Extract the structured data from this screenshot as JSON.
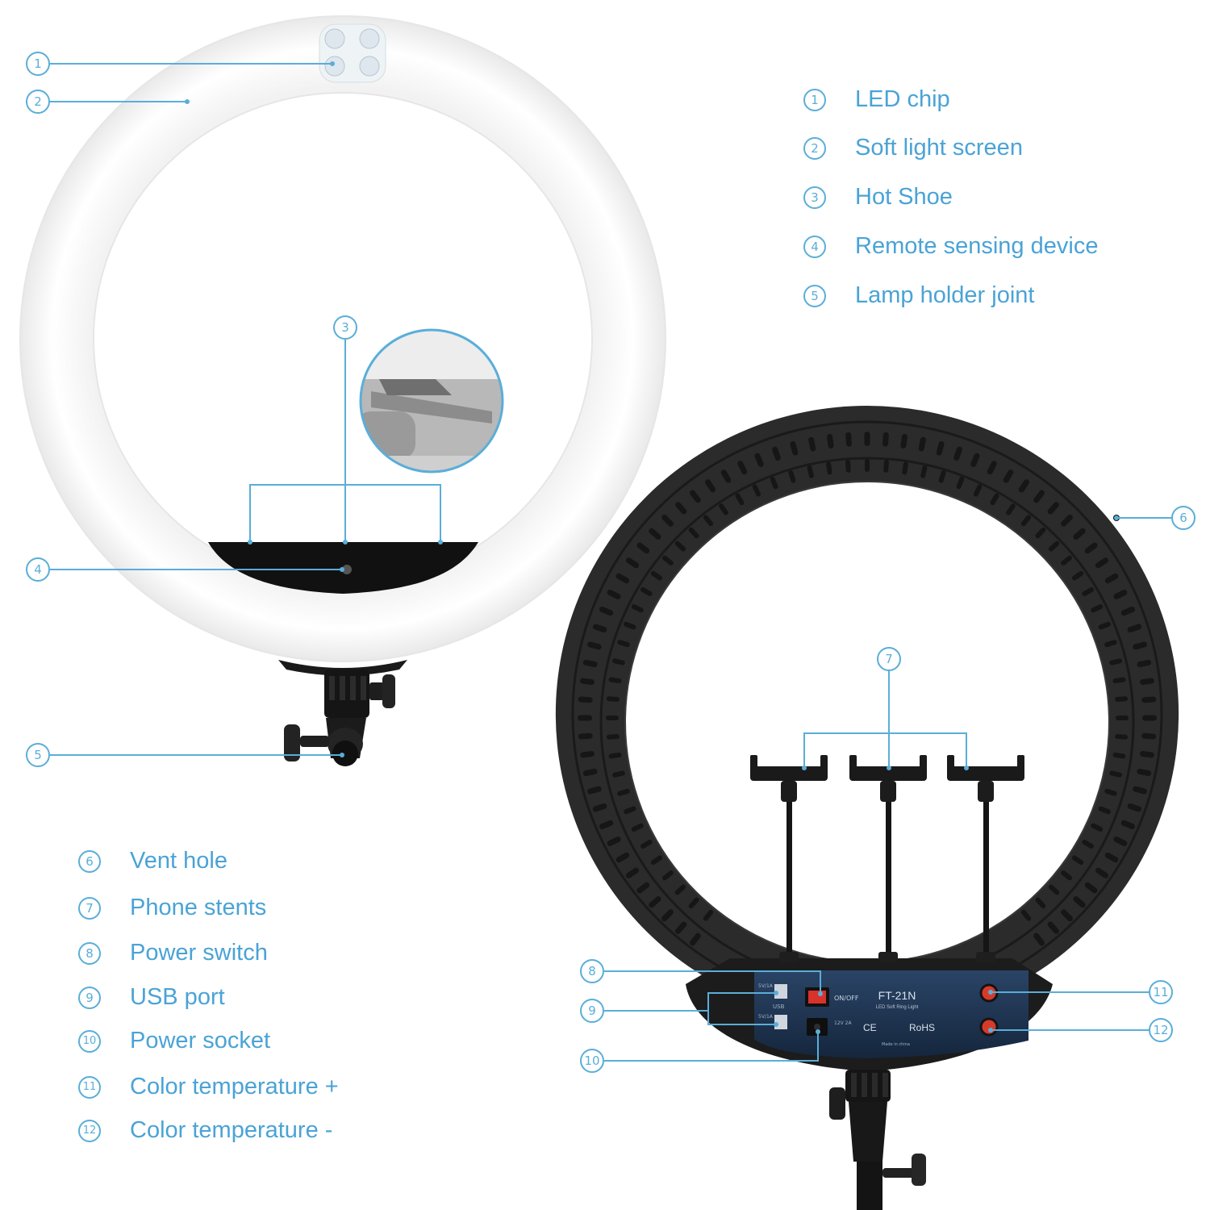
{
  "colors": {
    "accent": "#4aa3d6",
    "ring_front": "#fbfbfb",
    "ring_back": "#2b2b2b",
    "panel": "#1d3350",
    "knob": "#d83a2a"
  },
  "legend_top": [
    {
      "num": "1",
      "label": "LED chip"
    },
    {
      "num": "2",
      "label": "Soft light screen"
    },
    {
      "num": "3",
      "label": "Hot Shoe"
    },
    {
      "num": "4",
      "label": "Remote sensing device"
    },
    {
      "num": "5",
      "label": "Lamp holder joint"
    }
  ],
  "legend_bottom": [
    {
      "num": "6",
      "label": "Vent hole"
    },
    {
      "num": "7",
      "label": "Phone stents"
    },
    {
      "num": "8",
      "label": "Power switch"
    },
    {
      "num": "9",
      "label": "USB port"
    },
    {
      "num": "10",
      "label": "Power socket"
    },
    {
      "num": "11",
      "label": "Color temperature +"
    },
    {
      "num": "12",
      "label": "Color temperature -"
    }
  ],
  "callouts": {
    "c1": "1",
    "c2": "2",
    "c3": "3",
    "c4": "4",
    "c5": "5",
    "c6": "6",
    "c7": "7",
    "c8": "8",
    "c9": "9",
    "c10": "10",
    "c11": "11",
    "c12": "12"
  },
  "panel": {
    "model": "FT-21N",
    "subtitle": "LED Soft Ring Light",
    "switch_label": "ON/OFF",
    "usb_label": "USB",
    "usb_port_label": "5V/1A",
    "power_spec": "12V 2A",
    "rohs": "RoHS",
    "made_in": "Made in china"
  }
}
